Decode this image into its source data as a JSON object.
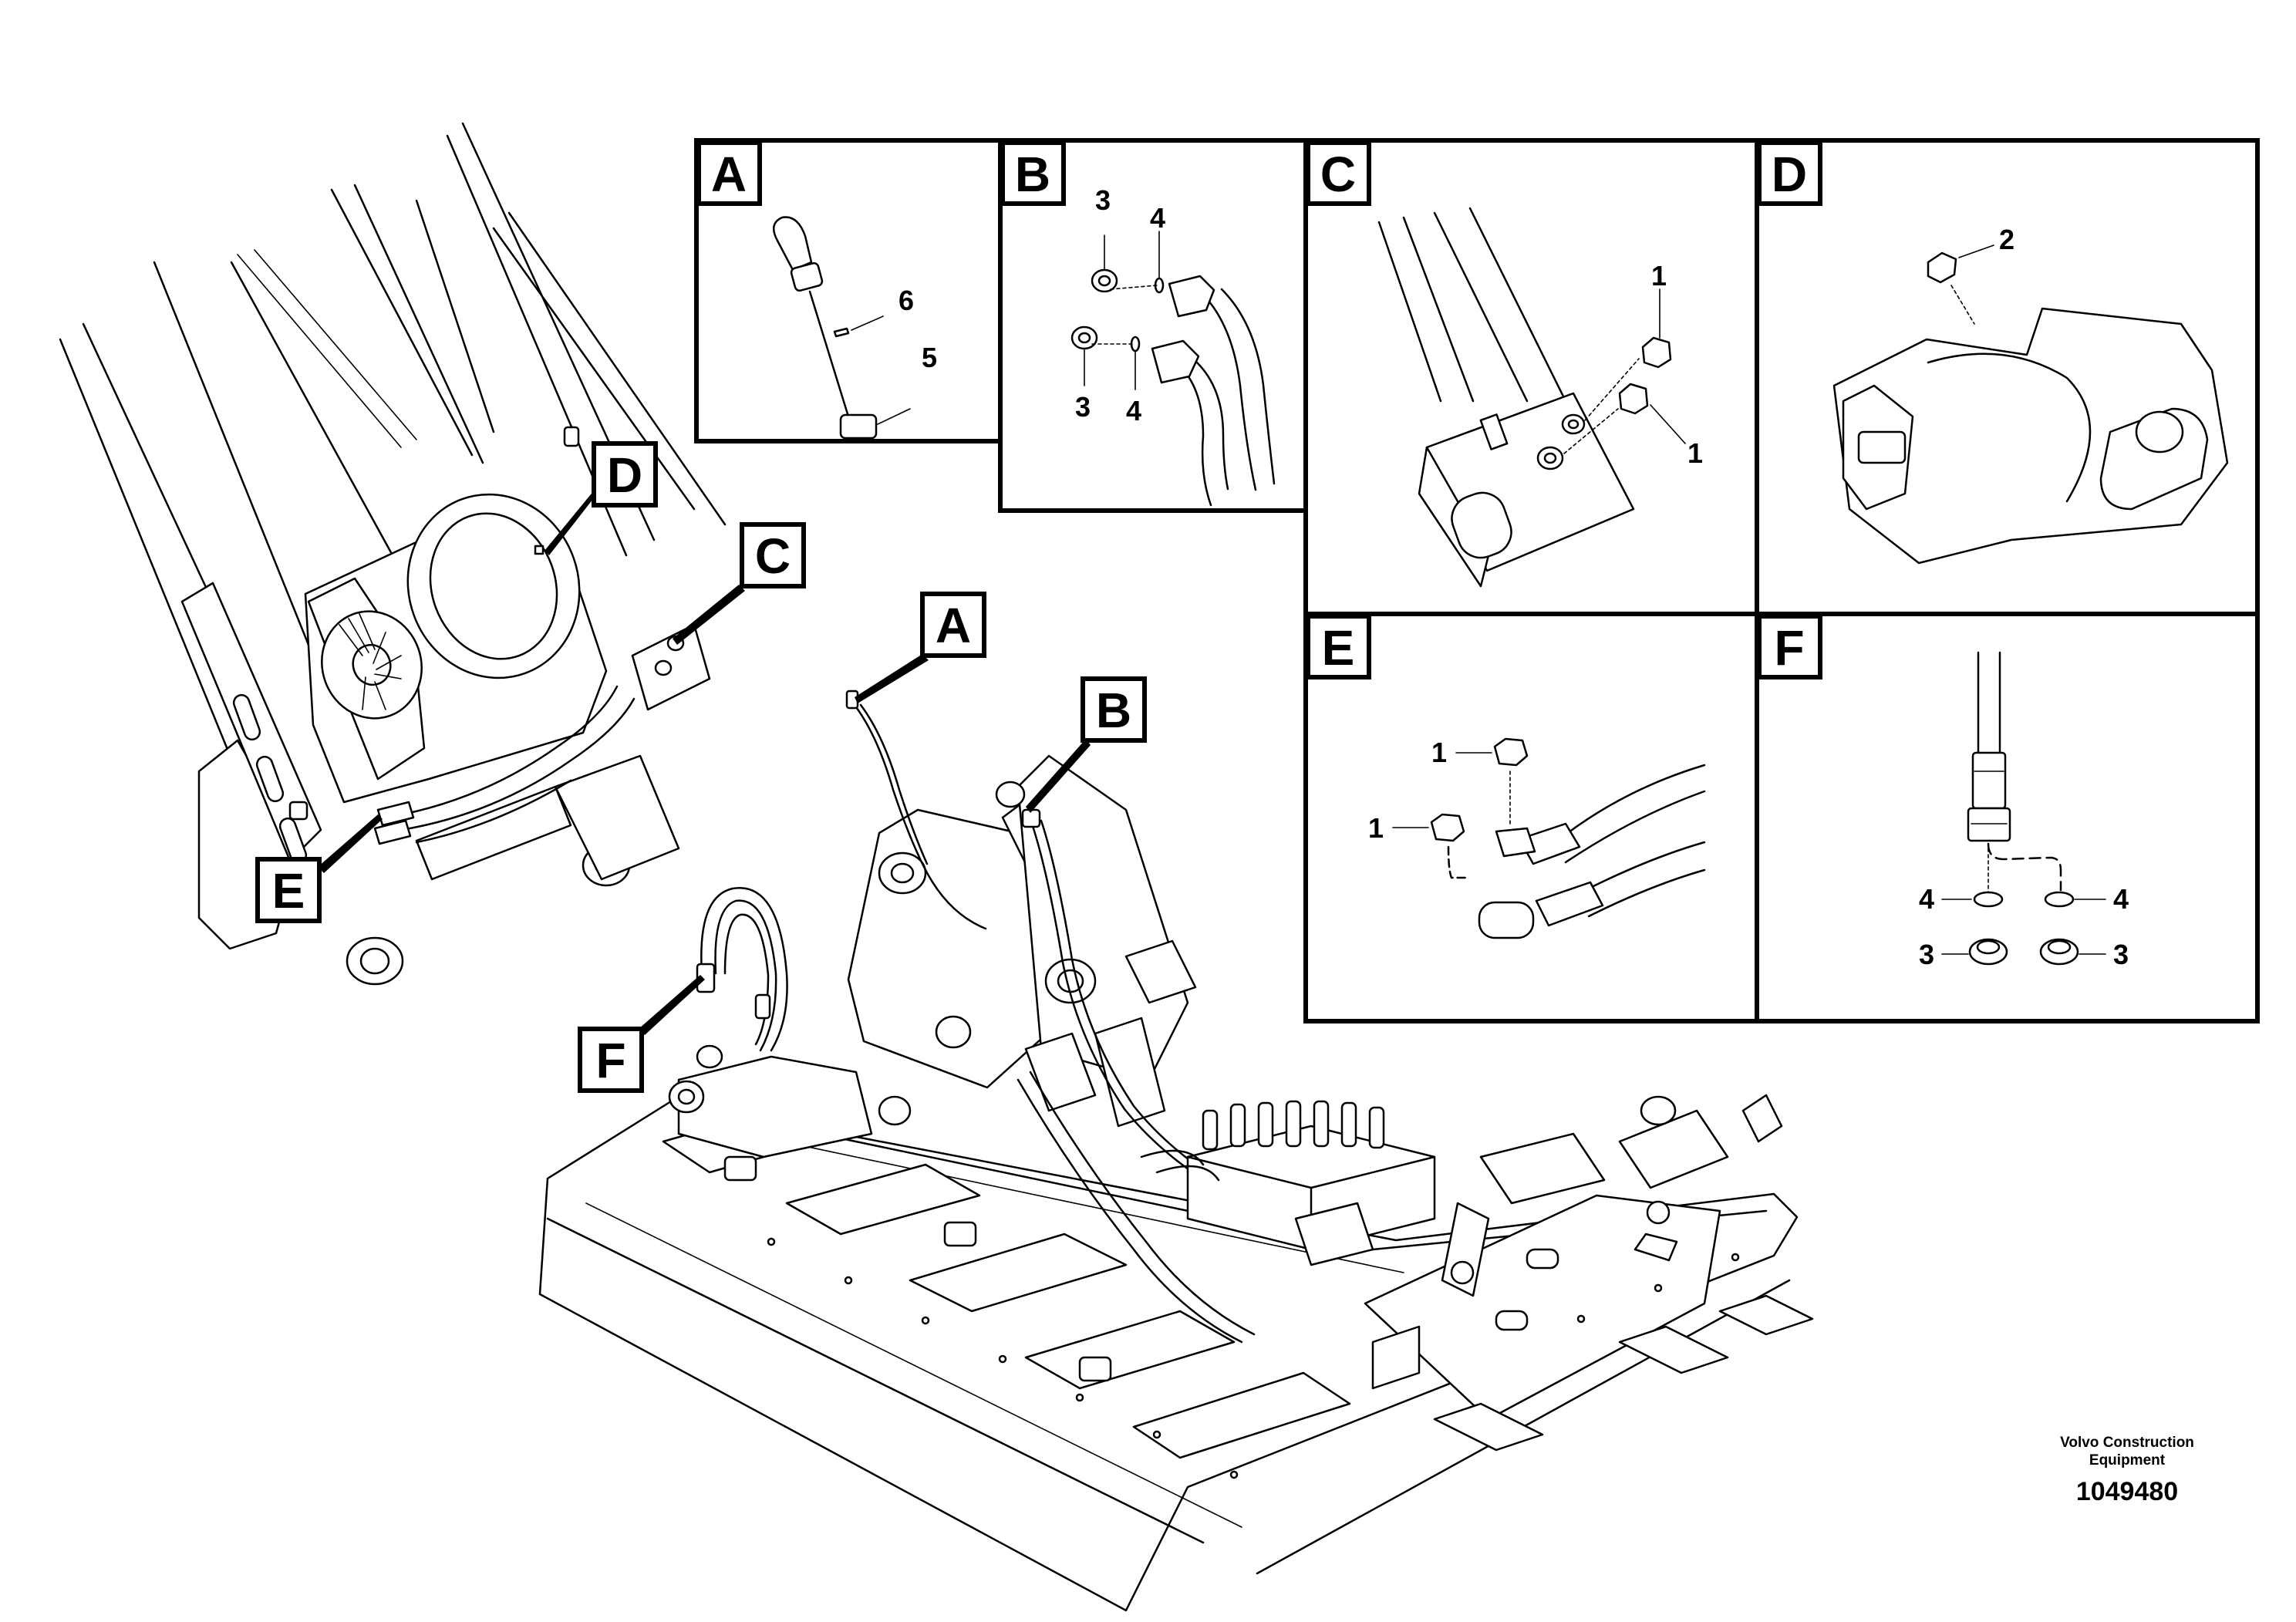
{
  "details": {
    "A": {
      "letter": "A",
      "parts": [
        "6",
        "5"
      ]
    },
    "B": {
      "letter": "B",
      "parts": [
        "3",
        "4",
        "3",
        "4"
      ]
    },
    "C": {
      "letter": "C",
      "parts": [
        "1",
        "1"
      ]
    },
    "D": {
      "letter": "D",
      "parts": [
        "2"
      ]
    },
    "E": {
      "letter": "E",
      "parts": [
        "1",
        "1"
      ]
    },
    "F": {
      "letter": "F",
      "parts": [
        "4",
        "4",
        "3",
        "3"
      ]
    }
  },
  "callouts": {
    "A": "A",
    "B": "B",
    "C": "C",
    "D": "D",
    "E": "E",
    "F": "F"
  },
  "footer": {
    "company_line1": "Volvo Construction",
    "company_line2": "Equipment",
    "drawing_number": "1049480"
  }
}
